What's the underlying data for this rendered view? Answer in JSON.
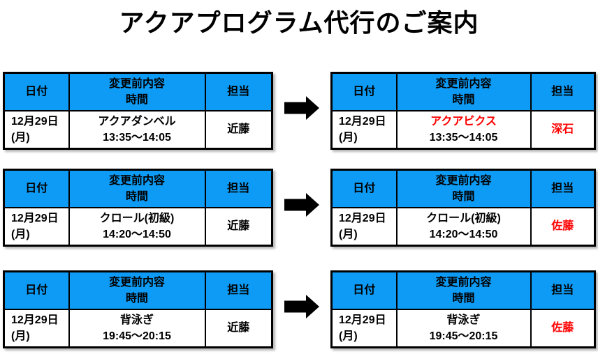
{
  "title": "アクアプログラム代行のご案内",
  "headers": {
    "date": "日付",
    "content_line1": "変更前内容",
    "content_line2": "時間",
    "staff": "担当"
  },
  "pairs": [
    {
      "before": {
        "date_line1": "12月29日",
        "date_line2": "(月)",
        "program": "アクアダンベル",
        "time": "13:35～14:05",
        "staff": "近藤"
      },
      "after": {
        "date_line1": "12月29日",
        "date_line2": "(月)",
        "program": "アクアビクス",
        "time": "13:35～14:05",
        "staff": "深石"
      }
    },
    {
      "before": {
        "date_line1": "12月29日",
        "date_line2": "(月)",
        "program": "クロール(初級)",
        "time": "14:20～14:50",
        "staff": "近藤"
      },
      "after": {
        "date_line1": "12月29日",
        "date_line2": "(月)",
        "program": "クロール(初級)",
        "time": "14:20～14:50",
        "staff": "佐藤"
      }
    },
    {
      "before": {
        "date_line1": "12月29日",
        "date_line2": "(月)",
        "program": "背泳ぎ",
        "time": "19:45～20:15",
        "staff": "近藤"
      },
      "after": {
        "date_line1": "12月29日",
        "date_line2": "(月)",
        "program": "背泳ぎ",
        "time": "19:45～20:15",
        "staff": "佐藤"
      }
    }
  ],
  "icons": {
    "arrow": "right-block-arrow"
  },
  "colors": {
    "header_bg": "#0d9bf5",
    "highlight_red": "#ff0000",
    "border": "#000000",
    "arrow": "#000000",
    "page_bg": "#ffffff"
  }
}
